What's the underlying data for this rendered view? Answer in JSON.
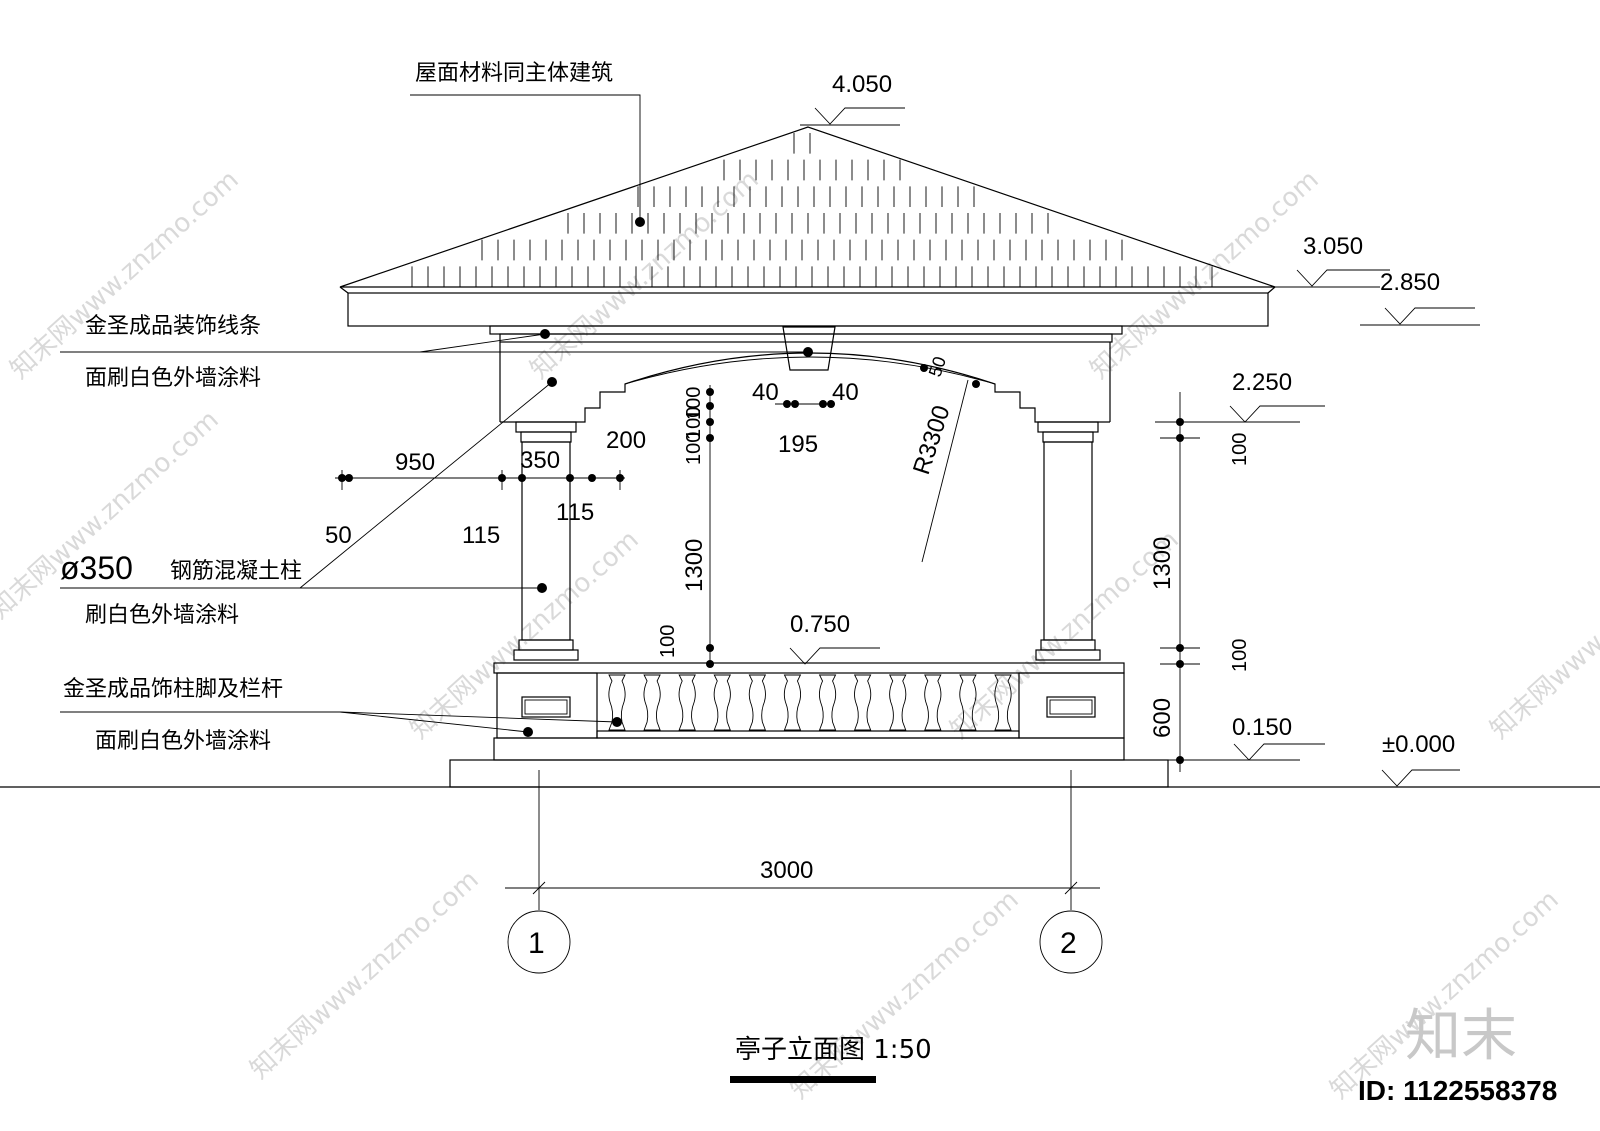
{
  "title": "亭子立面图 1:50",
  "id_label": "ID: 1122558378",
  "logo": "知末",
  "watermark": "知末网www.znzmo.com",
  "notes": {
    "roof": "屋面材料同主体建筑",
    "trim1": "金圣成品装饰线条",
    "trim2": "面刷白色外墙涂料",
    "column_size": "ø350",
    "column_material": "钢筋混凝土柱",
    "column_paint": "刷白色外墙涂料",
    "base1": "金圣成品饰柱脚及栏杆",
    "base2": "面刷白色外墙涂料"
  },
  "elevations": {
    "top": "4.050",
    "eave": "3.050",
    "eave_low": "2.850",
    "beam": "2.250",
    "floor": "0.750",
    "base": "0.150",
    "ground": "±0.000"
  },
  "dims": {
    "d950": "950",
    "d350": "350",
    "d200": "200",
    "d50": "50",
    "d115a": "115",
    "d115b": "115",
    "d40a": "40",
    "d40b": "40",
    "d195": "195",
    "d100a": "100",
    "d100b": "100",
    "d100c": "100",
    "d1300a": "1300",
    "d100d": "100",
    "r3300": "R3300",
    "d50b": "50",
    "d100r1": "100",
    "d1300r": "1300",
    "d100r2": "100",
    "d600": "600",
    "d3000": "3000"
  },
  "axes": [
    "1",
    "2"
  ]
}
